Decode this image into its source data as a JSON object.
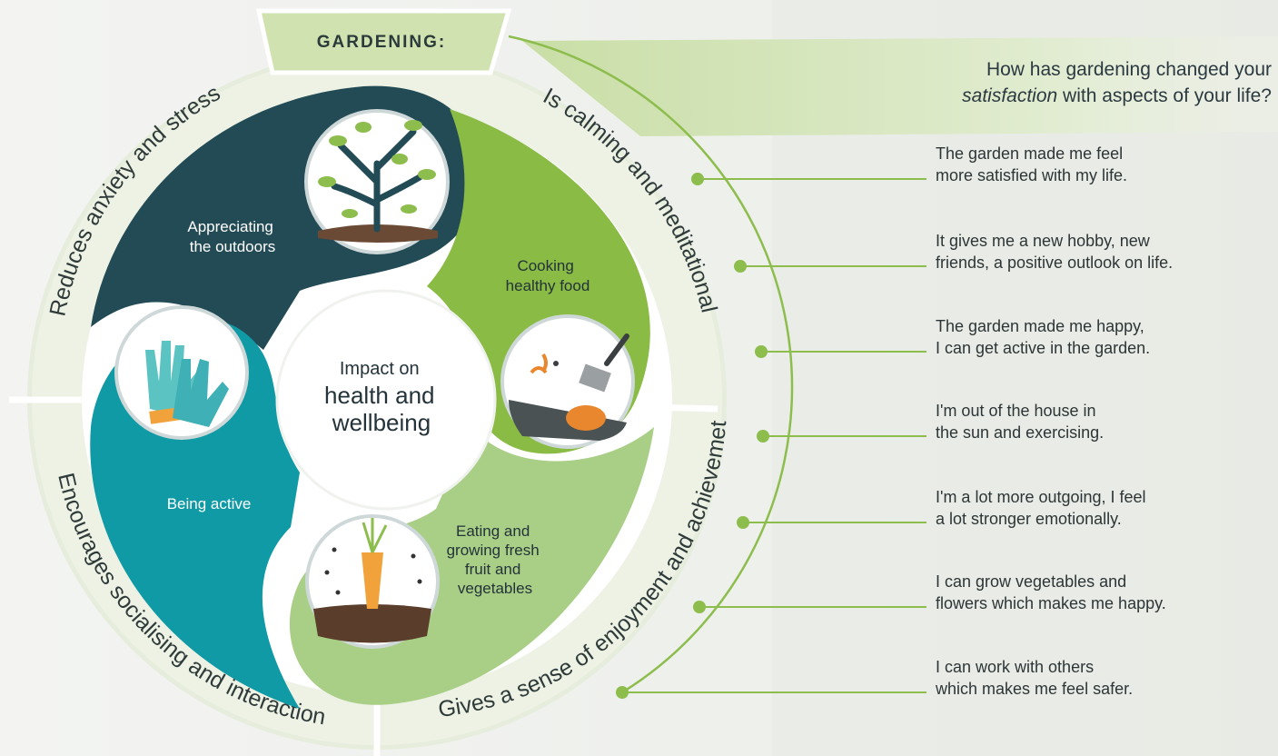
{
  "tab_label": "GARDENING:",
  "ring_labels": {
    "top_left": "Reduces anxiety and stress",
    "top_right": "Is calming and meditational",
    "bottom_left": "Encourages socialising and interaction",
    "bottom_right": "Gives a sense of enjoyment and achievemet"
  },
  "petals": {
    "outdoors": [
      "Appreciating",
      "the outdoors"
    ],
    "cooking": [
      "Cooking",
      "healthy food"
    ],
    "eating": [
      "Eating and",
      "growing fresh",
      "fruit and",
      "vegetables"
    ],
    "active": [
      "Being active"
    ]
  },
  "center": {
    "line1": "Impact on",
    "line2": "health and",
    "line3": "wellbeing"
  },
  "question": {
    "before": "How has gardening changed your",
    "emphasis": "satisfaction",
    "after": "with aspects of your life?"
  },
  "quotes": [
    [
      "The garden made me feel",
      "more satisfied with my life."
    ],
    [
      "It gives me a new hobby, new",
      "friends, a positive outlook on life."
    ],
    [
      "The garden made me happy,",
      "I can get active in the garden."
    ],
    [
      "I'm out of the house in",
      "the sun and exercising."
    ],
    [
      "I'm a lot more outgoing, I feel",
      "a lot stronger emotionally."
    ],
    [
      "I can grow vegetables and",
      "flowers which makes me happy."
    ],
    [
      "I can work with others",
      "which makes me feel safer."
    ]
  ],
  "colors": {
    "dark_teal": "#234b55",
    "teal": "#0f9aa5",
    "green": "#89bb45",
    "light_green": "#a9cf86",
    "ring": "#e5edd9",
    "accent_line": "#8dbd4d"
  }
}
